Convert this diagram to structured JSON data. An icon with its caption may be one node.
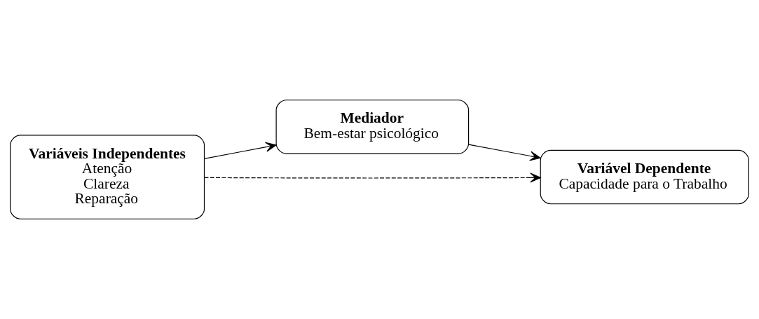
{
  "diagram": {
    "nodes": [
      {
        "text": [
          "Mediador",
          "Bem-estar psicológico"
        ]
      },
      {
        "text": [
          "Variáveis Independentes",
          "Atenção",
          "Clareza",
          "Reparação"
        ]
      },
      {
        "text": [
          "Variável Dependente",
          "Capacidade para o Trabalho"
        ]
      }
    ],
    "edges": [
      {
        "from": 1,
        "to": 0,
        "arrow": "to"
      },
      {
        "from": 0,
        "to": 2,
        "arrow": "to"
      },
      {
        "from": 1,
        "to": 2,
        "arrow": "to",
        "style": "dashed"
      }
    ]
  }
}
